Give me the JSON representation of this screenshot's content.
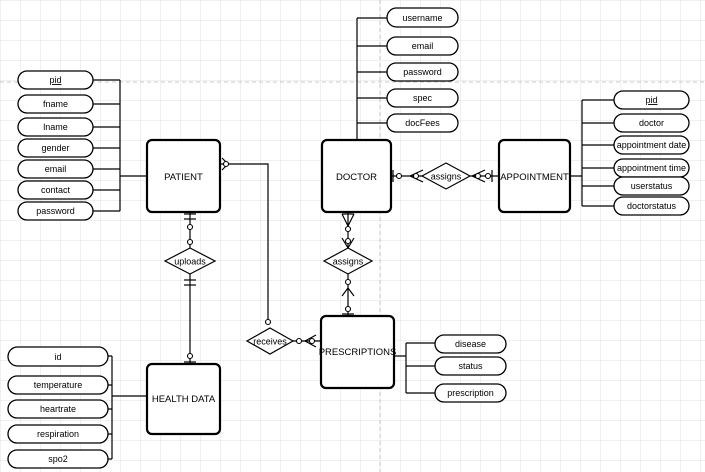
{
  "entities": {
    "patient": "PATIENT",
    "doctor": "DOCTOR",
    "appointment": "APPOINTMENT",
    "prescriptions": "PRESCRIPTIONS",
    "health_data": "HEALTH DATA"
  },
  "relationships": {
    "uploads": "uploads",
    "assigns_doctor_appointment": "assigns",
    "assigns_doctor_prescriptions": "assigns",
    "receives": "receives"
  },
  "attributes": {
    "patient": [
      "pid",
      "fname",
      "lname",
      "gender",
      "email",
      "contact",
      "password"
    ],
    "doctor": [
      "username",
      "email",
      "password",
      "spec",
      "docFees"
    ],
    "appointment": [
      "pid",
      "doctor",
      "appointment date",
      "appointment time",
      "userstatus",
      "doctorstatus"
    ],
    "prescriptions": [
      "disease",
      "status",
      "prescription"
    ],
    "health_data": [
      "id",
      "temperature",
      "heartrate",
      "respiration",
      "spo2"
    ]
  },
  "colors": {
    "stroke": "#000000",
    "fill": "#ffffff",
    "grid": "#d6d6d6"
  }
}
